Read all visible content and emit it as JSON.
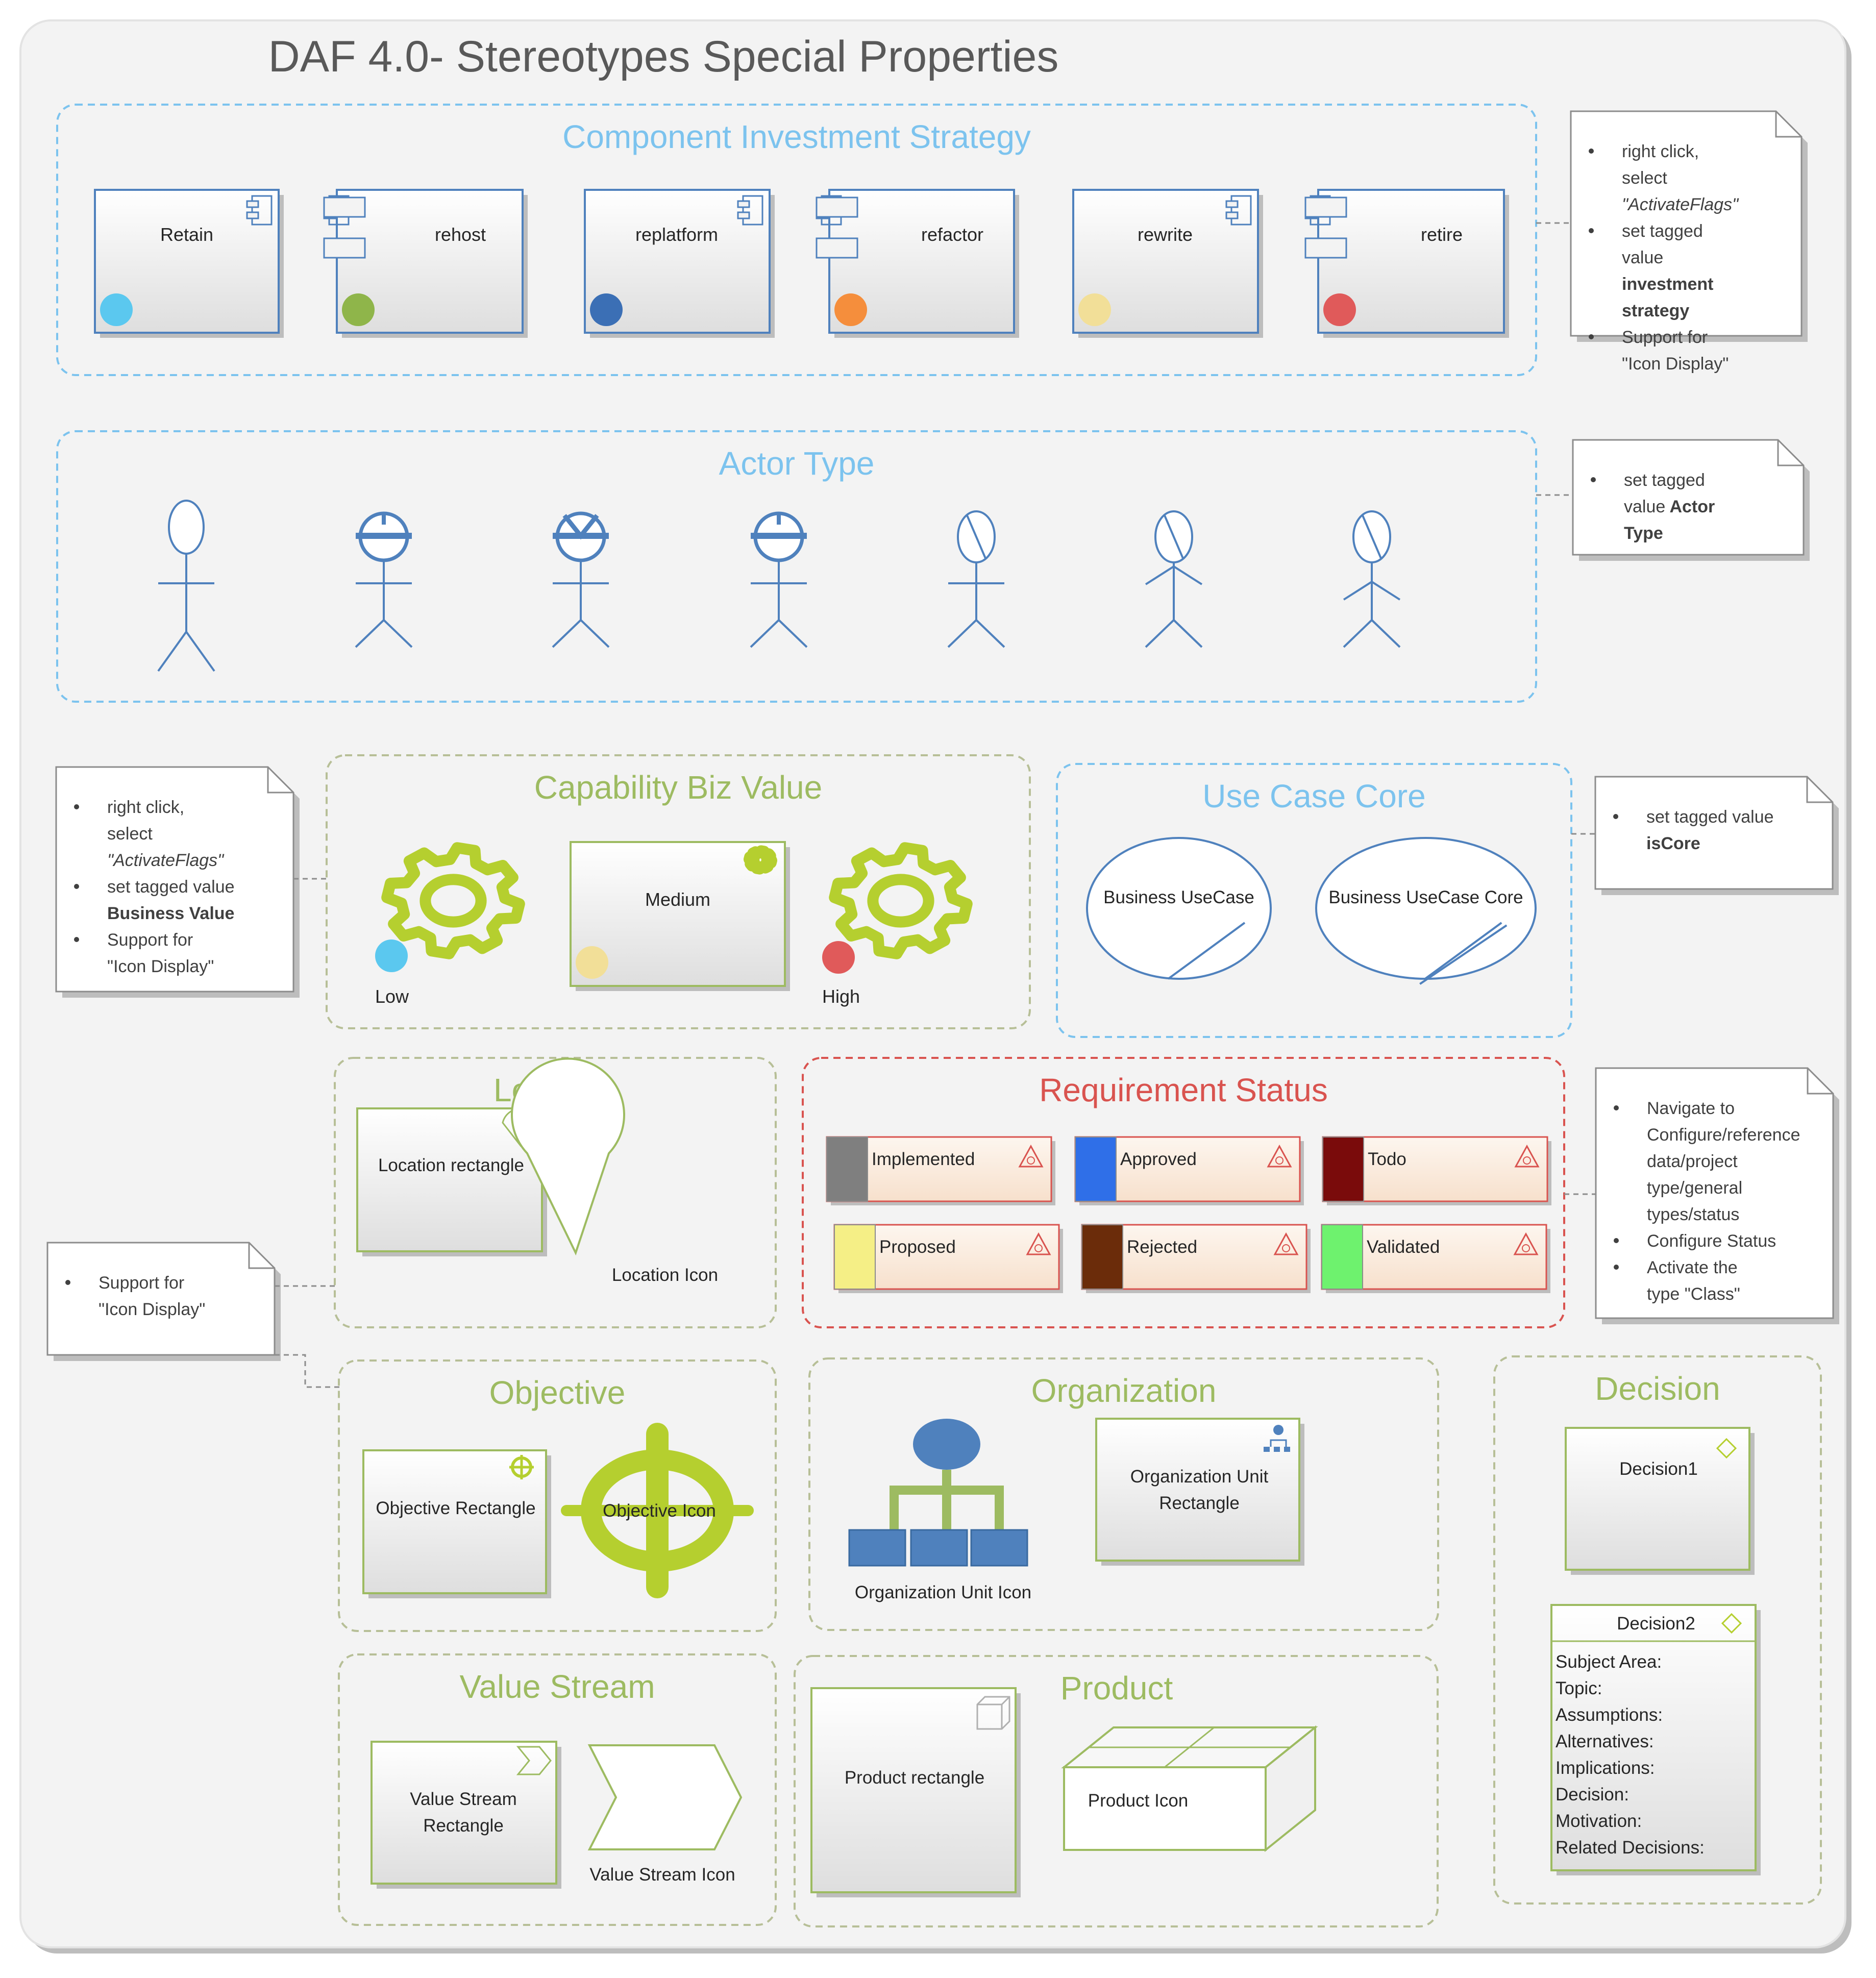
{
  "title": "DAF 4.0-  Stereotypes Special Properties",
  "colors": {
    "blue_title": "#7cc3ee",
    "green_title": "#9dbb61",
    "red_title": "#d9534f",
    "stroke_blue": "#4f81bd",
    "stroke_green": "#9dbb61",
    "gear": "#b5cf2f"
  },
  "component_investment": {
    "title": "Component Investment Strategy",
    "items": [
      {
        "label": "Retain",
        "color": "#5bc8ef",
        "icon": "component-icon"
      },
      {
        "label": "rehost",
        "color": "#8fb54a",
        "icon": "component-icon"
      },
      {
        "label": "replatform",
        "color": "#3b6fb5",
        "icon": "component-icon"
      },
      {
        "label": "refactor",
        "color": "#f58e3c",
        "icon": "component-icon"
      },
      {
        "label": "rewrite",
        "color": "#f2df98",
        "icon": "component-icon"
      },
      {
        "label": "retire",
        "color": "#e05a5a",
        "icon": "component-icon"
      }
    ],
    "note": [
      {
        "text": "right click, select ",
        "italic": "\"ActivateFlags\""
      },
      {
        "text": "set tagged value ",
        "bold": "investment strategy"
      },
      {
        "text": "Support for \"Icon Display\""
      }
    ]
  },
  "actor_type": {
    "title": "Actor Type",
    "actor_icons": [
      "plain-actor-icon",
      "helmet-actor-icon",
      "v-helmet-actor-icon",
      "helmet-actor-icon",
      "slashed-actor-icon",
      "slashed-actor-icon",
      "slashed-actor-icon"
    ],
    "note": [
      {
        "text": "set tagged value ",
        "bold": "Actor Type"
      }
    ]
  },
  "capability_biz_value": {
    "title": "Capability Biz Value",
    "low_label": "Low",
    "medium_label": "Medium",
    "high_label": "High",
    "low_color": "#5bc8ef",
    "medium_color": "#f2df98",
    "high_color": "#e05a5a",
    "note": [
      {
        "text": "right click, select ",
        "italic": "\"ActivateFlags\""
      },
      {
        "text": "set tagged value ",
        "bold": "Business Value"
      },
      {
        "text": "Support for \"Icon Display\""
      }
    ]
  },
  "use_case_core": {
    "title": "Use Case Core",
    "items": [
      "Business UseCase",
      "Business UseCase Core"
    ],
    "note": [
      {
        "text": "set tagged value ",
        "bold": "isCore"
      }
    ]
  },
  "location": {
    "title": "Location",
    "rect_label": "Location rectangle",
    "icon_label": "Location Icon"
  },
  "requirement_status": {
    "title": "Requirement Status",
    "items": [
      {
        "label": "Implemented",
        "color": "#7f7f7f"
      },
      {
        "label": "Approved",
        "color": "#2f6fe8"
      },
      {
        "label": "Todo",
        "color": "#7a0b0b"
      },
      {
        "label": "Proposed",
        "color": "#f5ef86"
      },
      {
        "label": "Rejected",
        "color": "#6b2c0a"
      },
      {
        "label": "Validated",
        "color": "#6ef26e"
      }
    ],
    "note": [
      {
        "text": "Navigate to Configure/reference data/project type/general types/status"
      },
      {
        "text": "Configure Status"
      },
      {
        "text": "Activate the type \"Class\""
      }
    ]
  },
  "icon_display_note": [
    {
      "text": "Support for \"Icon Display\""
    }
  ],
  "objective": {
    "title": "Objective",
    "rect_label": "Objective Rectangle",
    "icon_label": "Objective Icon"
  },
  "organization": {
    "title": "Organization",
    "icon_label": "Organization Unit Icon",
    "rect_label_lines": [
      "Organization Unit",
      "Rectangle"
    ]
  },
  "decision": {
    "title": "Decision",
    "decision1": "Decision1",
    "decision2": "Decision2",
    "fields": [
      "Subject Area:",
      "Topic:",
      "Assumptions:",
      "Alternatives:",
      "Implications:",
      "Decision:",
      "Motivation:",
      "Related Decisions:"
    ]
  },
  "value_stream": {
    "title": "Value Stream",
    "rect_label_lines": [
      "Value Stream",
      "Rectangle"
    ],
    "icon_label": "Value Stream Icon"
  },
  "product": {
    "title": "Product",
    "rect_label": "Product rectangle",
    "icon_label": "Product Icon"
  }
}
